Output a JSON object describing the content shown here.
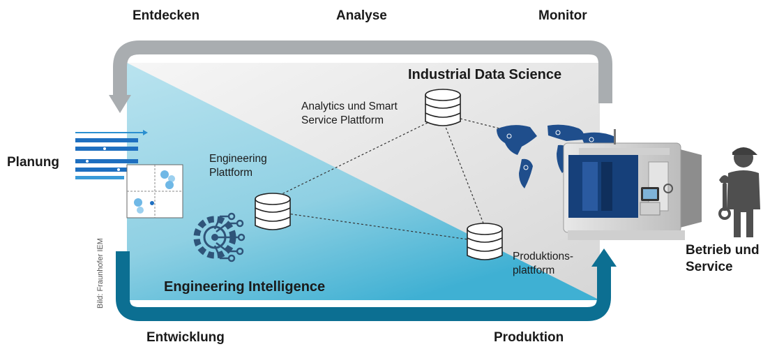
{
  "phases": {
    "top_left": "Entdecken",
    "top_center": "Analyse",
    "top_right": "Monitor",
    "bottom_left": "Entwicklung",
    "bottom_right": "Produktion"
  },
  "side": {
    "planning": "Planung",
    "operation_line1": "Betrieb und",
    "operation_line2": "Service"
  },
  "areas": {
    "data_science": "Industrial Data Science",
    "engineering_intelligence": "Engineering Intelligence"
  },
  "platforms": {
    "analytics_line1": "Analytics und Smart",
    "analytics_line2": "Service Plattform",
    "engineering_line1": "Engineering",
    "engineering_line2": "Plattform",
    "production_line1": "Produktions-",
    "production_line2": "plattform"
  },
  "credit": "Bild: Fraunhofer IEM",
  "colors": {
    "gray_arrow": "#a9adb0",
    "blue_arrow": "#0c6f92",
    "blue_area": "#9fd6e6",
    "gray_area": "#e6e6e6",
    "machine_blue": "#16407a"
  }
}
